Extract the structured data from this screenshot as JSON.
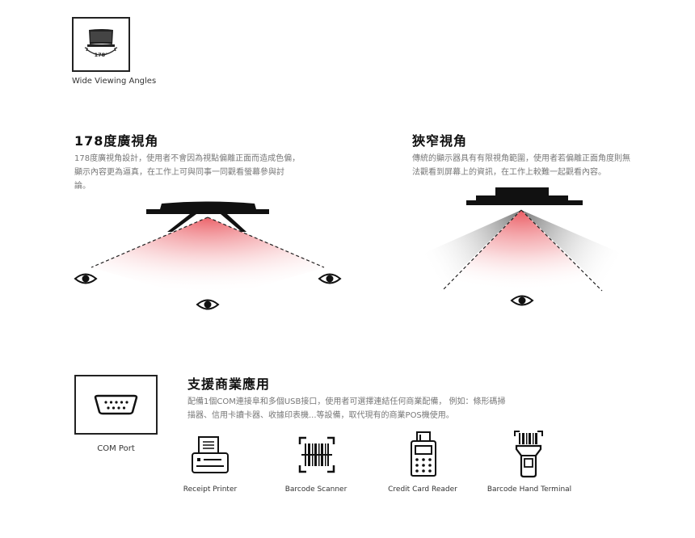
{
  "feature": {
    "icon": "monitor-viewing-angle-icon",
    "badge_text": "178°",
    "label": "Wide Viewing Angles"
  },
  "wide": {
    "title": "178度廣視角",
    "description_line1": "178度廣視角設計，使用者不會因為視點偏離正面而造成色偏，",
    "description_line2": "顯示內容更為逼真，在工作上可與同事一同觀看螢幕參與討",
    "description_line3": "論。"
  },
  "narrow": {
    "title": "狹窄視角",
    "description_line1": "傳統的顯示器具有有限視角範圍，使用者若偏離正面角度則無",
    "description_line2": "法觀看到屏幕上的資訊，在工作上較難一起觀看內容。"
  },
  "commercial": {
    "title": "支援商業應用",
    "description_line1": "配備1個COM連接阜和多個USB接口，使用者可選擇連結任何商業配備， 例如：條形碼掃",
    "description_line2": "描器、信用卡讀卡器、收據印表機...等設備，取代現有的商業POS機使用。",
    "com_label": "COM Port",
    "devices": [
      {
        "label": "Receipt Printer",
        "icon": "receipt-printer-icon"
      },
      {
        "label": "Barcode Scanner",
        "icon": "barcode-scanner-icon"
      },
      {
        "label": "Credit Card Reader",
        "icon": "credit-card-reader-icon"
      },
      {
        "label": "Barcode Hand Terminal",
        "icon": "barcode-hand-terminal-icon"
      }
    ]
  },
  "colors": {
    "accent_red": "#e8474f",
    "dark": "#222222",
    "gray_text": "#777777"
  }
}
